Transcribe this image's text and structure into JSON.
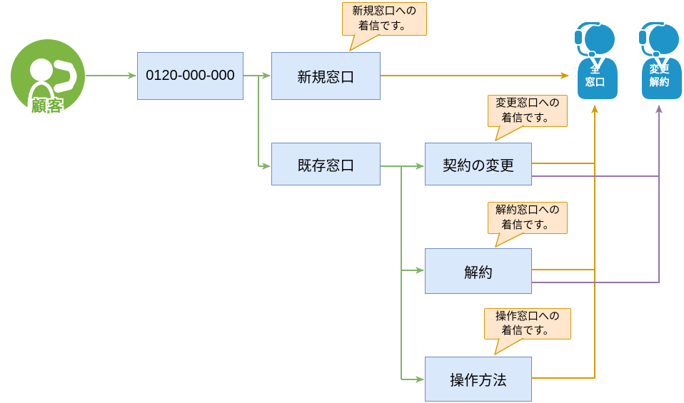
{
  "diagram": {
    "title": "call-routing-flow",
    "customer": {
      "label": "顧客"
    },
    "nodes": {
      "phone_number": {
        "label": "0120-000-000"
      },
      "new_window": {
        "label": "新規窓口"
      },
      "existing_window": {
        "label": "既存窓口"
      },
      "contract_change": {
        "label": "契約の変更"
      },
      "cancellation": {
        "label": "解約"
      },
      "operation_method": {
        "label": "操作方法"
      }
    },
    "callouts": {
      "new": {
        "text": "新規窓口への\n着信です。"
      },
      "change": {
        "text": "変更窓口への\n着信です。"
      },
      "cancel": {
        "text": "解約窓口への\n着信です。"
      },
      "operation": {
        "text": "操作窓口への\n着信です。"
      }
    },
    "operators": {
      "all_window": {
        "label": "全\n窓口"
      },
      "change_cancel": {
        "label": "変更\n解約"
      }
    },
    "colors": {
      "node_fill": "#dae8fc",
      "node_border": "#6c8ebf",
      "callout_fill": "#ffe6cc",
      "callout_border": "#d79b00",
      "arrow_green": "#82b366",
      "arrow_orange": "#d79b00",
      "arrow_purple": "#9673a6",
      "operator_blue": "#1f94c8",
      "customer_green": "#7db642"
    }
  }
}
